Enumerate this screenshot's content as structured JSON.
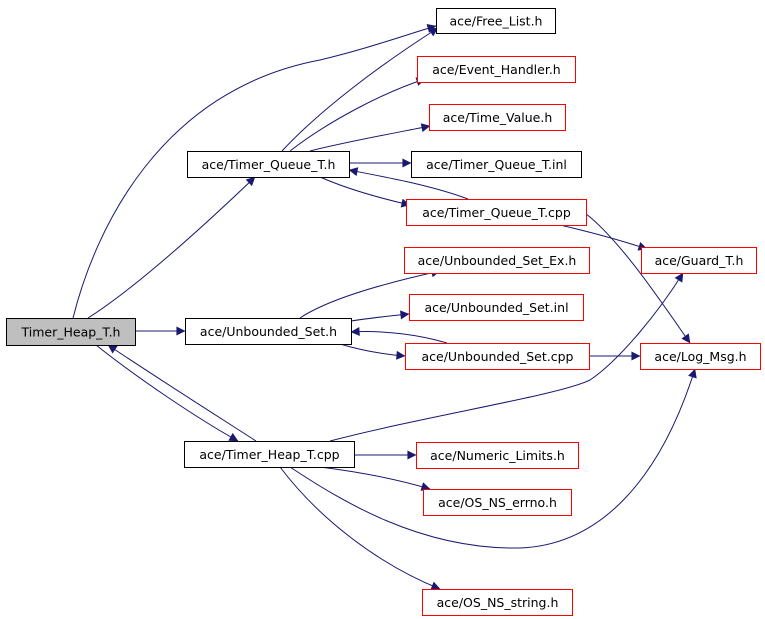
{
  "graph": {
    "colors": {
      "edge": "#191970",
      "root_fill": "#bfbfbf",
      "box_black": "#000000",
      "box_red": "#ff0000",
      "background": "#ffffff"
    },
    "nodes": [
      {
        "id": "timer_heap_t_h",
        "label": "Timer_Heap_T.h",
        "style": "root"
      },
      {
        "id": "timer_queue_t_h",
        "label": "ace/Timer_Queue_T.h",
        "style": "black"
      },
      {
        "id": "unbounded_set_h",
        "label": "ace/Unbounded_Set.h",
        "style": "black"
      },
      {
        "id": "timer_heap_t_cpp",
        "label": "ace/Timer_Heap_T.cpp",
        "style": "black"
      },
      {
        "id": "free_list_h",
        "label": "ace/Free_List.h",
        "style": "black"
      },
      {
        "id": "event_handler_h",
        "label": "ace/Event_Handler.h",
        "style": "red"
      },
      {
        "id": "time_value_h",
        "label": "ace/Time_Value.h",
        "style": "red"
      },
      {
        "id": "timer_queue_t_inl",
        "label": "ace/Timer_Queue_T.inl",
        "style": "black"
      },
      {
        "id": "timer_queue_t_cpp",
        "label": "ace/Timer_Queue_T.cpp",
        "style": "red"
      },
      {
        "id": "guard_t_h",
        "label": "ace/Guard_T.h",
        "style": "red"
      },
      {
        "id": "unbounded_set_ex_h",
        "label": "ace/Unbounded_Set_Ex.h",
        "style": "red"
      },
      {
        "id": "unbounded_set_inl",
        "label": "ace/Unbounded_Set.inl",
        "style": "red"
      },
      {
        "id": "unbounded_set_cpp",
        "label": "ace/Unbounded_Set.cpp",
        "style": "red"
      },
      {
        "id": "log_msg_h",
        "label": "ace/Log_Msg.h",
        "style": "red"
      },
      {
        "id": "numeric_limits_h",
        "label": "ace/Numeric_Limits.h",
        "style": "red"
      },
      {
        "id": "os_ns_errno_h",
        "label": "ace/OS_NS_errno.h",
        "style": "red"
      },
      {
        "id": "os_ns_string_h",
        "label": "ace/OS_NS_string.h",
        "style": "red"
      }
    ],
    "edges": [
      {
        "from": "timer_heap_t_h",
        "to": "free_list_h"
      },
      {
        "from": "timer_heap_t_h",
        "to": "timer_queue_t_h"
      },
      {
        "from": "timer_heap_t_h",
        "to": "unbounded_set_h"
      },
      {
        "from": "timer_heap_t_h",
        "to": "timer_heap_t_cpp"
      },
      {
        "from": "timer_queue_t_h",
        "to": "free_list_h"
      },
      {
        "from": "timer_queue_t_h",
        "to": "event_handler_h"
      },
      {
        "from": "timer_queue_t_h",
        "to": "time_value_h"
      },
      {
        "from": "timer_queue_t_h",
        "to": "timer_queue_t_inl"
      },
      {
        "from": "timer_queue_t_h",
        "to": "timer_queue_t_cpp"
      },
      {
        "from": "timer_queue_t_cpp",
        "to": "timer_queue_t_h"
      },
      {
        "from": "timer_queue_t_cpp",
        "to": "guard_t_h"
      },
      {
        "from": "timer_queue_t_cpp",
        "to": "log_msg_h"
      },
      {
        "from": "unbounded_set_h",
        "to": "unbounded_set_ex_h"
      },
      {
        "from": "unbounded_set_h",
        "to": "unbounded_set_inl"
      },
      {
        "from": "unbounded_set_h",
        "to": "unbounded_set_cpp"
      },
      {
        "from": "unbounded_set_cpp",
        "to": "unbounded_set_h"
      },
      {
        "from": "unbounded_set_cpp",
        "to": "log_msg_h"
      },
      {
        "from": "timer_heap_t_cpp",
        "to": "timer_heap_t_h"
      },
      {
        "from": "timer_heap_t_cpp",
        "to": "guard_t_h"
      },
      {
        "from": "timer_heap_t_cpp",
        "to": "numeric_limits_h"
      },
      {
        "from": "timer_heap_t_cpp",
        "to": "os_ns_errno_h"
      },
      {
        "from": "timer_heap_t_cpp",
        "to": "os_ns_string_h"
      },
      {
        "from": "timer_heap_t_cpp",
        "to": "log_msg_h"
      }
    ]
  }
}
